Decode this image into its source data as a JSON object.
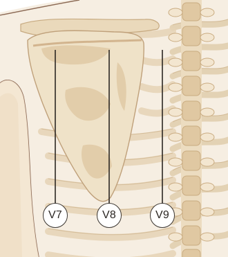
{
  "leads": [
    {
      "id": "v7",
      "label": "V7"
    },
    {
      "id": "v8",
      "label": "V8"
    },
    {
      "id": "v9",
      "label": "V9"
    }
  ],
  "colors": {
    "bone_light": "#efe3cc",
    "bone_mid": "#e3cfae",
    "bone_dark": "#d1b48b",
    "outline": "#bba07b",
    "skin_outline": "#8c6a55",
    "lead_wire": "#2b2622"
  }
}
